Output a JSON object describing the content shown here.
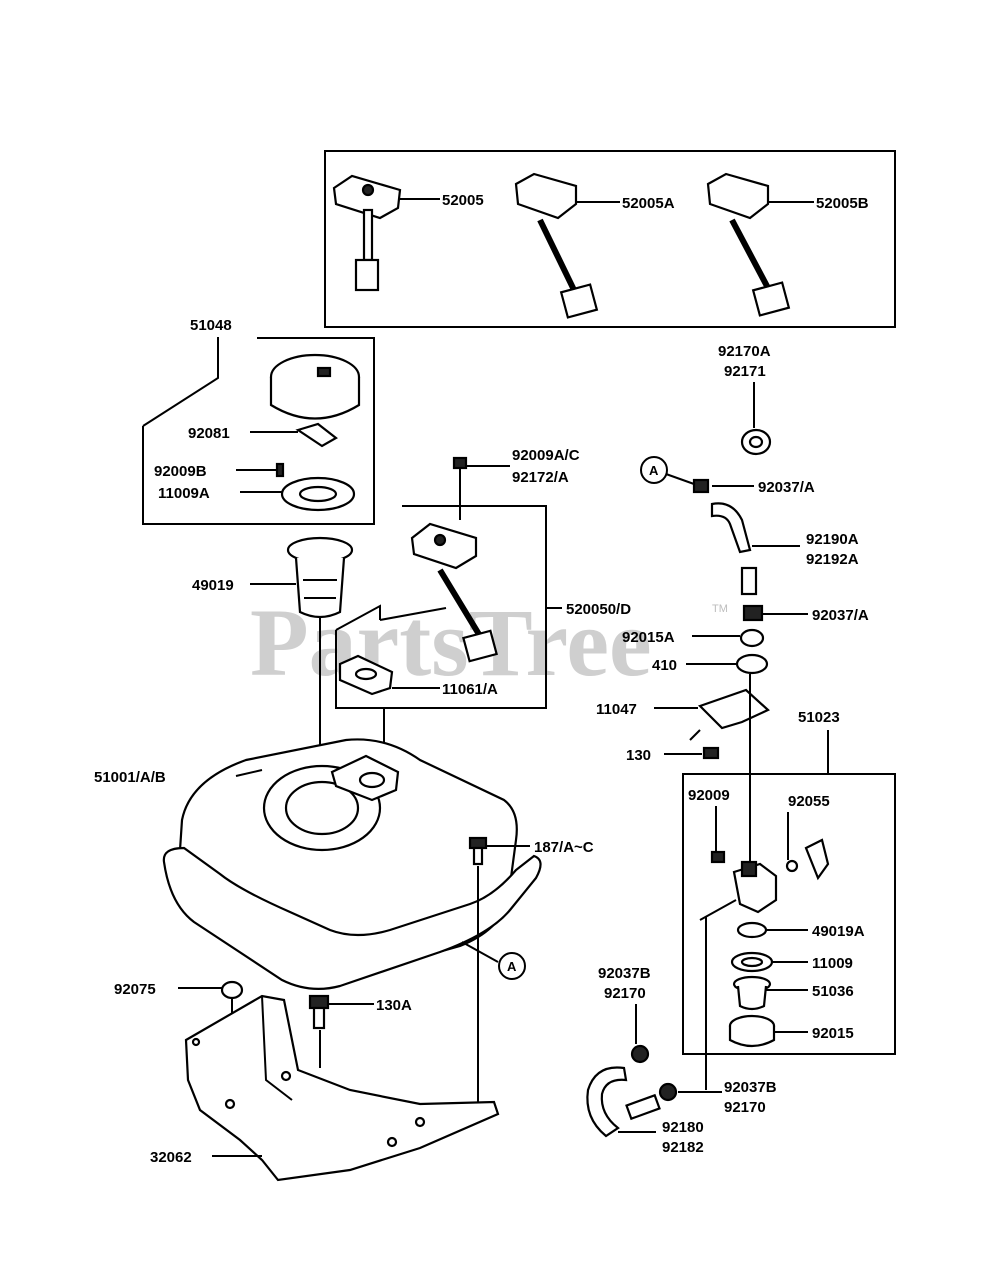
{
  "watermark": {
    "text": "PartsTree",
    "trademark": "TM"
  },
  "callouts": {
    "c52005": "52005",
    "c52005A": "52005A",
    "c52005B": "52005B",
    "c51048": "51048",
    "c92081": "92081",
    "c92009B": "92009B",
    "c11009A": "11009A",
    "c49019": "49019",
    "c92009AC": "92009A/C",
    "c92172A": "92172/A",
    "c520050D": "520050/D",
    "c11061A": "11061/A",
    "c51001AB": "51001/A/B",
    "c187AC": "187/A~C",
    "c92075": "92075",
    "c130A": "130A",
    "c32062": "32062",
    "c92170A": "92170A",
    "c92171": "92171",
    "refA1": "A",
    "c92037A_1": "92037/A",
    "c92190A": "92190A",
    "c92192A": "92192A",
    "c92037A_2": "92037/A",
    "c92015A": "92015A",
    "c410": "410",
    "c11047": "11047",
    "c130": "130",
    "c51023": "51023",
    "c92009": "92009",
    "c92055": "92055",
    "c49019A": "49019A",
    "c11009": "11009",
    "c51036": "51036",
    "c92015": "92015",
    "c92037B_1": "92037B",
    "c92170_1": "92170",
    "c92037B_2": "92037B",
    "c92170_2": "92170",
    "c92180": "92180",
    "c92182": "92182",
    "refA2": "A"
  }
}
